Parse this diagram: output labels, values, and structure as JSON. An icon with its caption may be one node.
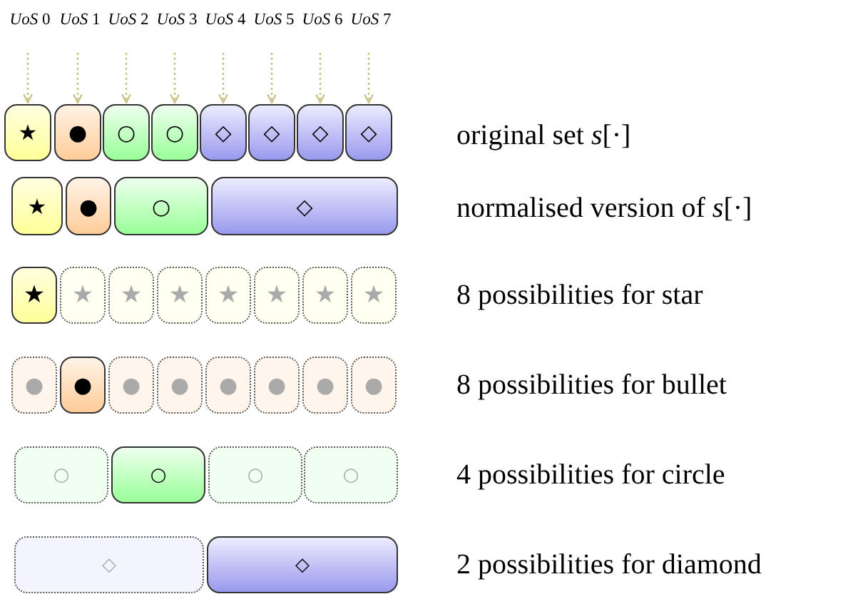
{
  "diagram": {
    "nodes": [
      {
        "text": [
          "*UoS* 0"
        ]
      },
      {
        "text": [
          "*UoS* 1"
        ]
      },
      {
        "text": [
          "*UoS* 2"
        ]
      },
      {
        "text": [
          "*UoS* 3"
        ]
      },
      {
        "text": [
          "*UoS* 4"
        ]
      },
      {
        "text": [
          "*UoS* 5"
        ]
      },
      {
        "text": [
          "*UoS* 6"
        ]
      },
      {
        "text": [
          "*UoS* 7"
        ]
      },
      {
        "text": [
          "★"
        ]
      },
      {
        "text": [
          "●"
        ]
      },
      {
        "text": [
          "○"
        ]
      },
      {
        "text": [
          "○"
        ]
      },
      {
        "text": [
          "◇"
        ]
      },
      {
        "text": [
          "◇"
        ]
      },
      {
        "text": [
          "◇"
        ]
      },
      {
        "text": [
          "◇"
        ]
      },
      {
        "text": [
          "★"
        ]
      },
      {
        "text": [
          "●"
        ]
      },
      {
        "text": [
          "○"
        ]
      },
      {
        "text": [
          "◇"
        ]
      },
      {
        "text": [
          "★"
        ]
      },
      {
        "text": [
          "★"
        ]
      },
      {
        "text": [
          "★"
        ]
      },
      {
        "text": [
          "★"
        ]
      },
      {
        "text": [
          "★"
        ]
      },
      {
        "text": [
          "★"
        ]
      },
      {
        "text": [
          "★"
        ]
      },
      {
        "text": [
          "★"
        ]
      },
      {
        "text": [
          "●"
        ]
      },
      {
        "text": [
          "●"
        ]
      },
      {
        "text": [
          "●"
        ]
      },
      {
        "text": [
          "●"
        ]
      },
      {
        "text": [
          "●"
        ]
      },
      {
        "text": [
          "●"
        ]
      },
      {
        "text": [
          "●"
        ]
      },
      {
        "text": [
          "●"
        ]
      },
      {
        "text": [
          "○"
        ]
      },
      {
        "text": [
          "○"
        ]
      },
      {
        "text": [
          "○"
        ]
      },
      {
        "text": [
          "○"
        ]
      },
      {
        "text": [
          "◇"
        ]
      },
      {
        "text": [
          "◇"
        ]
      }
    ],
    "edges": [
      {
        "from": 0,
        "to": 8,
        "arrow": "to",
        "style": "dashed"
      },
      {
        "from": 1,
        "to": 9,
        "arrow": "to",
        "style": "dashed"
      },
      {
        "from": 2,
        "to": 10,
        "arrow": "to",
        "style": "dashed"
      },
      {
        "from": 3,
        "to": 11,
        "arrow": "to",
        "style": "dashed"
      },
      {
        "from": 4,
        "to": 12,
        "arrow": "to",
        "style": "dashed"
      },
      {
        "from": 5,
        "to": 13,
        "arrow": "to",
        "style": "dashed"
      },
      {
        "from": 6,
        "to": 14,
        "arrow": "to",
        "style": "dashed"
      },
      {
        "from": 7,
        "to": 15,
        "arrow": "to",
        "style": "dashed"
      }
    ],
    "labels": [
      "original set *s*[·]",
      "normalised version of *s*[·]",
      "8 possibilities for star",
      "8 possibilities for bullet",
      "4 possibilities for circle",
      "2 possibilities for diamond"
    ]
  }
}
